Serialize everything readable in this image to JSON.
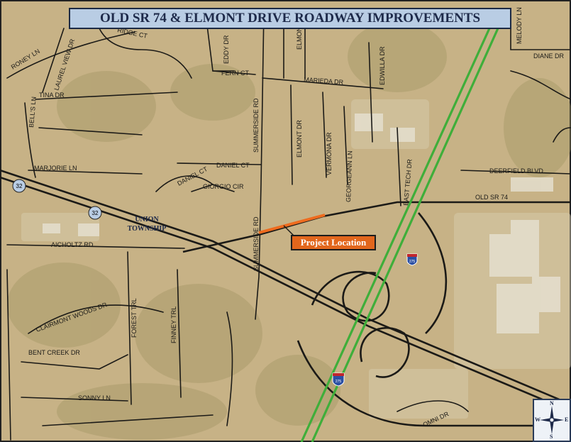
{
  "title": "OLD SR 74 & ELMONT DRIVE ROADWAY IMPROVEMENTS",
  "callout": "Project Location",
  "township": [
    "UNION",
    "TOWNSHIP"
  ],
  "shields": {
    "state_route": "32",
    "interstate": "275"
  },
  "compass": {
    "n": "N",
    "s": "S",
    "w": "W",
    "e": "E"
  },
  "colors": {
    "background": "#c7b286",
    "interstate": "#3fae3a",
    "project": "#ee6b1e",
    "title_bg": "#b9cde4",
    "road": "#1b1a17"
  },
  "streets": {
    "roney_ln": "RONEY LN",
    "ridge_ct": "RIDGE CT",
    "laurel_view": "LAUREL VIEW DR",
    "eddy": "EDDY DR",
    "elmont_top": "ELMONT",
    "fern": "FERN CT",
    "marieda": "MARIEDA DR",
    "edwilla": "EDWILLA DR",
    "melody": "MELODY LN",
    "diane": "DIANE DR",
    "tina": "TINA DR",
    "bells": "BELL'S LN",
    "marjorie": "MARJORIE LN",
    "summerside_n": "SUMMERSIDE RD",
    "elmont": "ELMONT DR",
    "vermona": "VERMONA DR",
    "georgeann": "GEORGEANN LN",
    "east_tech": "EAST TECH DR",
    "daniel_ct": "DANIEL CT",
    "daniel_ct2": "DANIEL CT",
    "giorgio": "GIORGIO CIR",
    "deerfield": "DEERFIELD BLVD",
    "old_sr74": "OLD SR 74",
    "aicholtz": "AICHOLTZ RD",
    "summerside_s": "SUMMERSIDE RD",
    "clairmont": "CLAIRMONT WOODS DR",
    "forest": "FOREST TRL",
    "finney": "FINNEY TRL",
    "bent_creek": "BENT CREEK DR",
    "sonny": "SONNY LN",
    "omni": "OMNI DR"
  }
}
